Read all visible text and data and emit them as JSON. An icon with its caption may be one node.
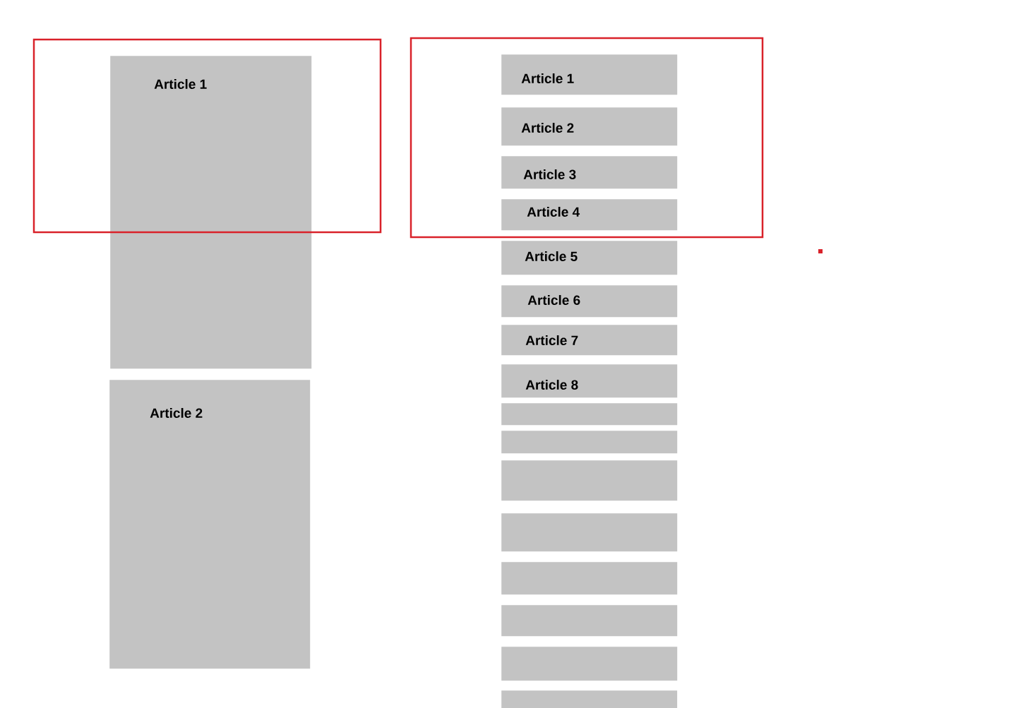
{
  "diagram": {
    "nodes": [
      {
        "text": [
          "Article 1"
        ]
      },
      {
        "text": [
          "Article 2"
        ]
      },
      {
        "text": [
          "Article 1"
        ]
      },
      {
        "text": [
          "Article 2"
        ]
      },
      {
        "text": [
          "Article 3"
        ]
      },
      {
        "text": [
          "Article 4"
        ]
      },
      {
        "text": [
          "Article 5"
        ]
      },
      {
        "text": [
          "Article 6"
        ]
      },
      {
        "text": [
          "Article 7"
        ]
      },
      {
        "text": [
          "Article 8"
        ]
      },
      {
        "text": [],
        "shape": "box"
      },
      {
        "text": [],
        "shape": "box"
      },
      {
        "text": [],
        "shape": "box"
      },
      {
        "text": [],
        "shape": "box"
      },
      {
        "text": [],
        "shape": "box"
      },
      {
        "text": [],
        "shape": "box"
      },
      {
        "text": [],
        "shape": "box"
      },
      {
        "text": [],
        "shape": "box"
      }
    ]
  }
}
